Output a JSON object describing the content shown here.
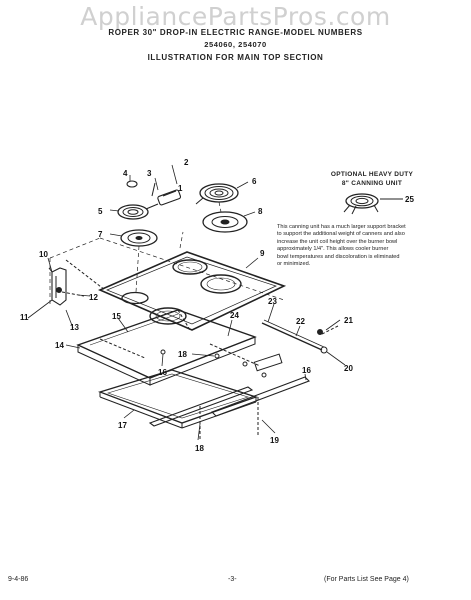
{
  "watermark": "AppliancePartsPros.com",
  "header": {
    "line1": "ROPER 30\" DROP-IN ELECTRIC RANGE-MODEL NUMBERS",
    "line2": "254060, 254070",
    "line3": "ILLUSTRATION FOR MAIN TOP SECTION"
  },
  "optional": {
    "title1": "OPTIONAL HEAVY DUTY",
    "title2": "8\" CANNING UNIT",
    "part_number": "25",
    "note_lines": [
      "This canning unit has a much larger support bracket",
      "to support the additional weight of canners and also",
      "increase the unit coil height over the burner bowl",
      "approximately 1/4\". This allows cooler burner",
      "bowl temperatures and discoloration is eliminated",
      "or minimized."
    ]
  },
  "callouts": [
    "1",
    "2",
    "3",
    "4",
    "5",
    "6",
    "7",
    "8",
    "9",
    "10",
    "11",
    "12",
    "13",
    "14",
    "15",
    "16",
    "16",
    "17",
    "18",
    "18",
    "19",
    "20",
    "21",
    "22",
    "23",
    "24"
  ],
  "footer": {
    "date": "9-4-86",
    "page": "-3-",
    "parts_ref": "(For Parts List See Page 4)"
  }
}
